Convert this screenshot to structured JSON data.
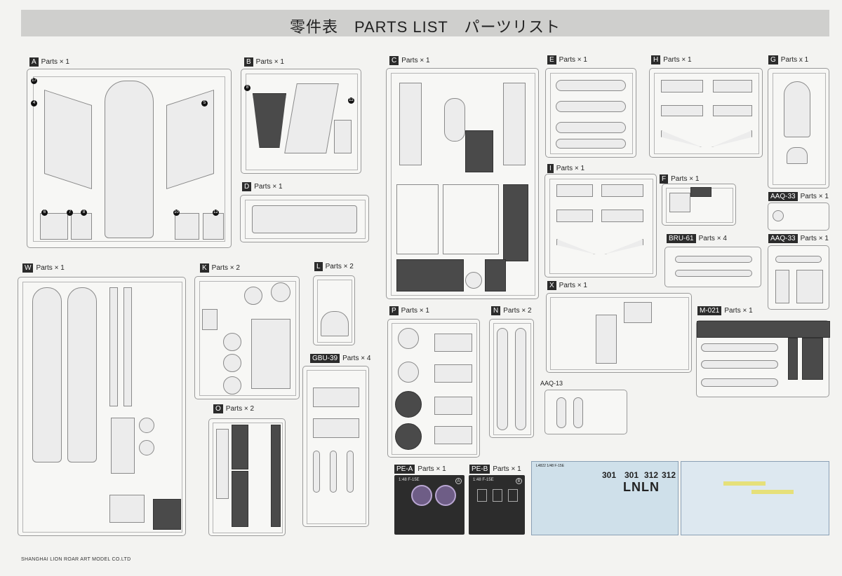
{
  "header": {
    "title": "零件表　PARTS LIST　パーツリスト"
  },
  "sections": [
    {
      "id": "A",
      "text": "Parts × 1"
    },
    {
      "id": "B",
      "text": "Parts × 1"
    },
    {
      "id": "C",
      "text": "Parts × 1"
    },
    {
      "id": "D",
      "text": "Parts × 1"
    },
    {
      "id": "E",
      "text": "Parts × 1"
    },
    {
      "id": "H",
      "text": "Parts × 1"
    },
    {
      "id": "G",
      "text": "Parts x 1"
    },
    {
      "id": "I",
      "text": "Parts × 1"
    },
    {
      "id": "F",
      "text": "Parts × 1"
    },
    {
      "id": "AAQ-33",
      "text": "Parts × 1"
    },
    {
      "id": "BRU-61",
      "text": "Parts × 4"
    },
    {
      "id": "AAQ-33",
      "text": "Parts × 1"
    },
    {
      "id": "W",
      "text": "Parts × 1"
    },
    {
      "id": "K",
      "text": "Parts × 2"
    },
    {
      "id": "L",
      "text": "Parts × 2"
    },
    {
      "id": "X",
      "text": "Parts × 1"
    },
    {
      "id": "M-021",
      "text": "Parts × 1"
    },
    {
      "id": "P",
      "text": "Parts × 1"
    },
    {
      "id": "N",
      "text": "Parts × 2"
    },
    {
      "id": "GBU-39",
      "text": "Parts × 4"
    },
    {
      "id": "O",
      "text": "Parts × 2"
    },
    {
      "id": "PE-A",
      "text": "Parts × 1"
    },
    {
      "id": "PE-B",
      "text": "Parts × 1"
    }
  ],
  "aaq13_label": "AAQ-13",
  "decal_sheet_1": {
    "code": "L4822 1/48 F-15E",
    "markings": [
      "301",
      "301",
      "312",
      "312",
      "LNLN"
    ]
  },
  "pe_a": {
    "scale": "1:48 F-15E",
    "badge": "A"
  },
  "pe_b": {
    "scale": "1:48 F-15E",
    "badge": "B"
  },
  "footer": {
    "company": "SHANGHAI LION ROAR ART MODEL CO.LTD"
  }
}
